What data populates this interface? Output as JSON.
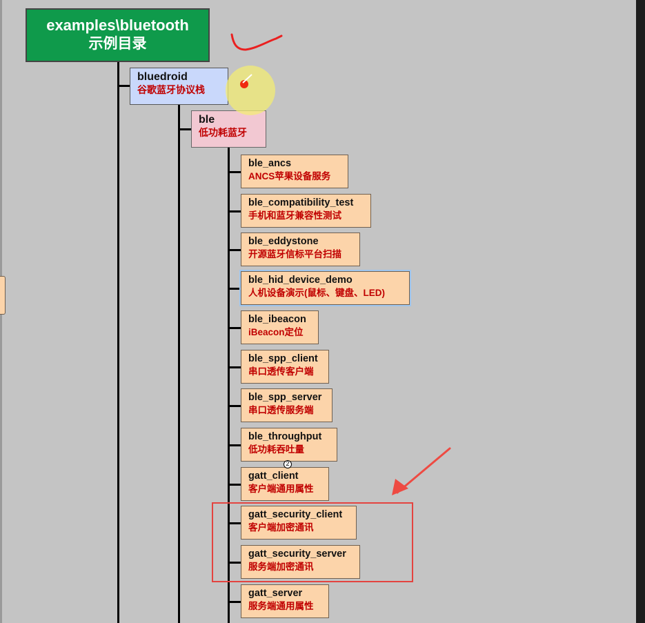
{
  "root": {
    "name": "examples\\bluetooth",
    "desc": "示例目录"
  },
  "level1": {
    "name": "bluedroid",
    "desc": "谷歌蓝牙协议栈"
  },
  "level2": {
    "name": "ble",
    "desc": "低功耗蓝牙"
  },
  "leaves": [
    {
      "name": "ble_ancs",
      "desc": "ANCS苹果设备服务"
    },
    {
      "name": "ble_compatibility_test",
      "desc": "手机和蓝牙兼容性测试"
    },
    {
      "name": "ble_eddystone",
      "desc": "开源蓝牙信标平台扫描"
    },
    {
      "name": "ble_hid_device_demo",
      "desc": "人机设备演示(鼠标、键盘、LED)"
    },
    {
      "name": "ble_ibeacon",
      "desc": "iBeacon定位"
    },
    {
      "name": "ble_spp_client",
      "desc": "串口透传客户端"
    },
    {
      "name": "ble_spp_server",
      "desc": "串口透传服务端"
    },
    {
      "name": "ble_throughput",
      "desc": "低功耗吞吐量"
    },
    {
      "name": "gatt_client",
      "desc": "客户端通用属性"
    },
    {
      "name": "gatt_security_client",
      "desc": "客户端加密通讯"
    },
    {
      "name": "gatt_security_server",
      "desc": "服务端加密通讯"
    },
    {
      "name": "gatt_server",
      "desc": "服务端通用属性"
    }
  ],
  "collapse_marker": "2",
  "colors": {
    "background": "#c4c4c4",
    "root_fill": "#0f9a4b",
    "level1_fill": "#c9d8fb",
    "level2_fill": "#f2c8d2",
    "leaf_fill": "#fcd4aa",
    "description_text": "#c00000",
    "annotation_red": "#e4433f"
  }
}
